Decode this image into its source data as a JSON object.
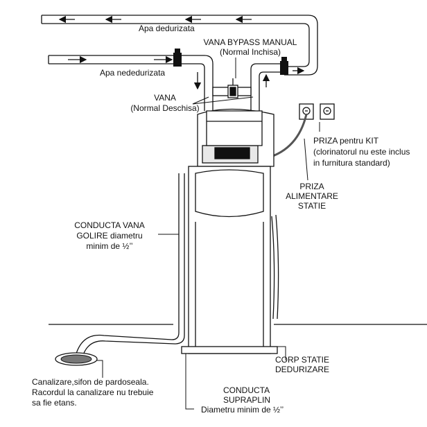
{
  "labels": {
    "soft_water": "Apa dedurizata",
    "hard_water": "Apa nededurizata",
    "bypass_valve": "VANA BYPASS MANUAL",
    "bypass_state": "(Normal Inchisa)",
    "valve": "VANA",
    "valve_state": "(Normal Deschisa)",
    "kit_socket_1": "PRIZA pentru KIT",
    "kit_socket_2": "(clorinatorul nu este inclus",
    "kit_socket_3": "in furnitura standard)",
    "power_socket_1": "PRIZA",
    "power_socket_2": "ALIMENTARE",
    "power_socket_3": "STATIE",
    "drain_line_1": "CONDUCTA VANA",
    "drain_line_2": "GOLIRE diametru",
    "drain_line_3": "minim de ½’’",
    "body_1": "CORP STATIE",
    "body_2": "DEDURIZARE",
    "overflow_1": "CONDUCTA",
    "overflow_2": "SUPRAPLIN",
    "overflow_3": "Diametru minim de ½’’",
    "floor_drain_1": "Canalizare,sifon de pardoseala.",
    "floor_drain_2": "Racordul la canalizare nu trebuie",
    "floor_drain_3": "sa fie etans."
  },
  "colors": {
    "line": "#111111",
    "fill": "#ffffff",
    "shade": "#d8d8d8"
  }
}
